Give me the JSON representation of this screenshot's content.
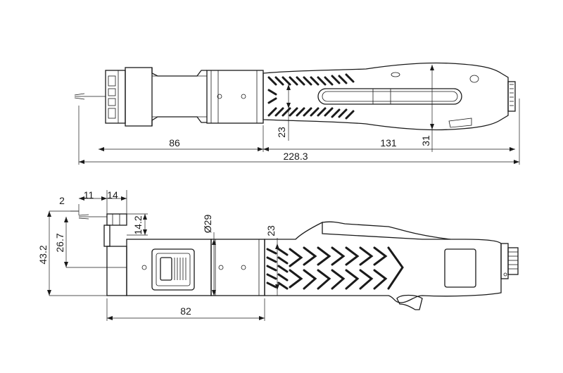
{
  "diagram": {
    "top_view": {
      "dimensions": {
        "handle_front_length": "86",
        "grip_length": "131",
        "total_length": "228.3",
        "grip_diameter": "23",
        "rear_diameter": "31"
      }
    },
    "side_view": {
      "dimensions": {
        "bit_tip": "2",
        "bit_offset": "11",
        "bit_width": "14",
        "bit_height": "14.2",
        "bit_center_height": "26.7",
        "total_height": "43.2",
        "body_diameter": "Ø29",
        "grip_diameter": "23",
        "front_length": "82"
      }
    }
  }
}
